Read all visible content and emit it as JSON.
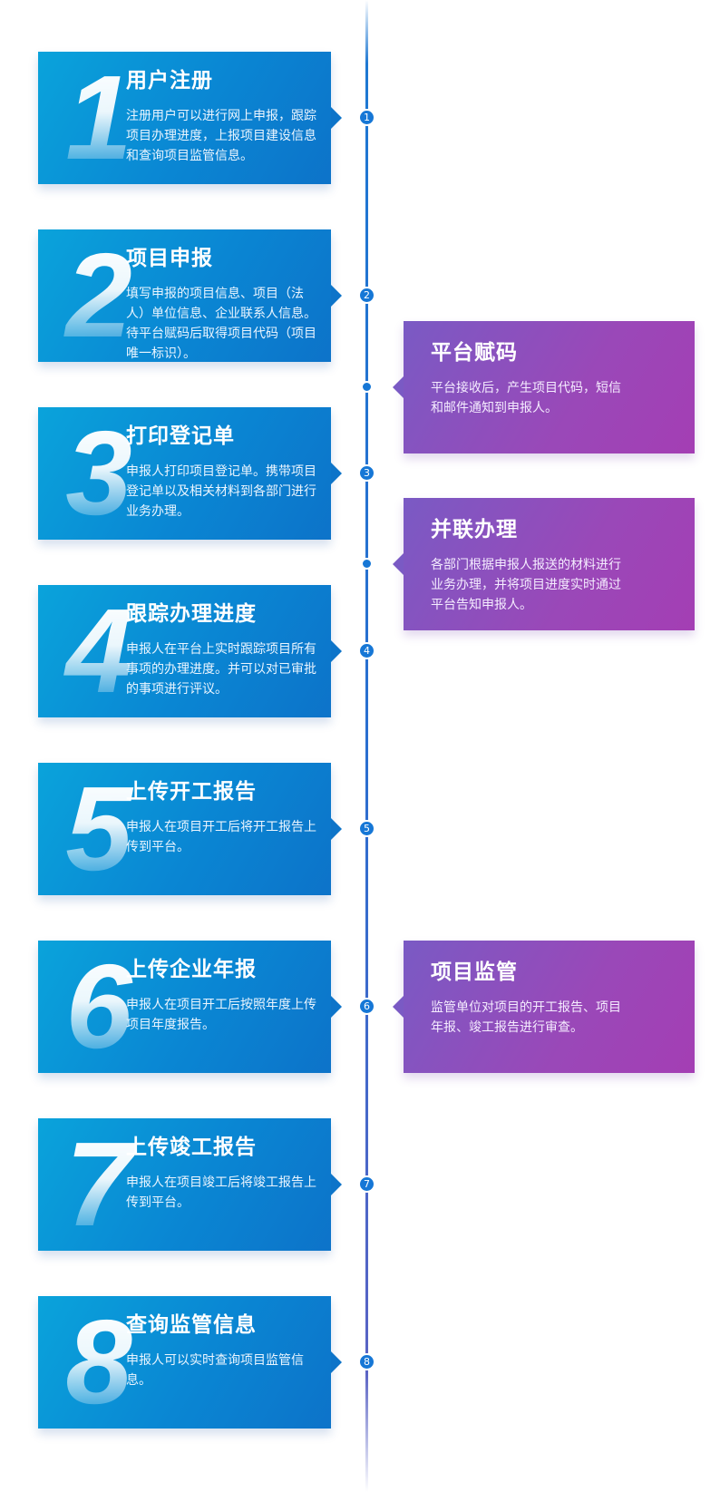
{
  "steps": [
    {
      "num": "1",
      "title": "用户注册",
      "desc": "注册用户可以进行网上申报，跟踪项目办理进度，上报项目建设信息和查询项目监管信息。"
    },
    {
      "num": "2",
      "title": "项目申报",
      "desc": "填写申报的项目信息、项目（法人）单位信息、企业联系人信息。待平台赋码后取得项目代码（项目唯一标识）。"
    },
    {
      "num": "3",
      "title": "打印登记单",
      "desc": "申报人打印项目登记单。携带项目登记单以及相关材料到各部门进行业务办理。"
    },
    {
      "num": "4",
      "title": "跟踪办理进度",
      "desc": "申报人在平台上实时跟踪项目所有事项的办理进度。并可以对已审批的事项进行评议。"
    },
    {
      "num": "5",
      "title": "上传开工报告",
      "desc": "申报人在项目开工后将开工报告上传到平台。"
    },
    {
      "num": "6",
      "title": "上传企业年报",
      "desc": "申报人在项目开工后按照年度上传项目年度报告。"
    },
    {
      "num": "7",
      "title": "上传竣工报告",
      "desc": "申报人在项目竣工后将竣工报告上传到平台。"
    },
    {
      "num": "8",
      "title": "查询监管信息",
      "desc": "申报人可以实时查询项目监管信息。"
    }
  ],
  "side": [
    {
      "title": "平台赋码",
      "desc": "平台接收后，产生项目代码，短信和邮件通知到申报人。"
    },
    {
      "title": "并联办理",
      "desc": "各部门根据申报人报送的材料进行业务办理，并将项目进度实时通过平台告知申报人。"
    },
    {
      "title": "项目监管",
      "desc": "监管单位对项目的开工报告、项目年报、竣工报告进行审查。"
    }
  ],
  "colors": {
    "step_card": "#0a86d3",
    "side_card": "#9a48b8",
    "timeline": "#1e78d2"
  }
}
